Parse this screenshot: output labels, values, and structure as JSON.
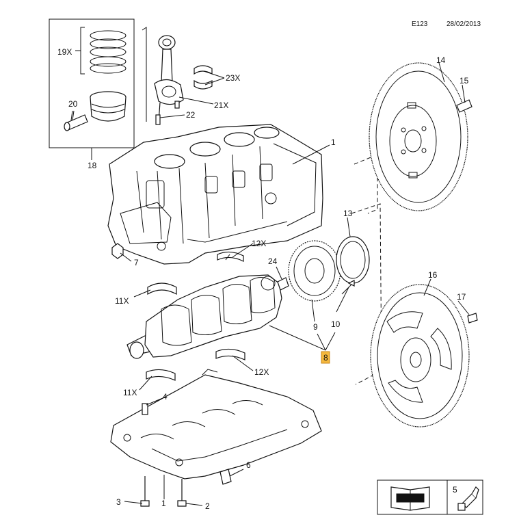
{
  "header": {
    "code": "E123",
    "date": "28/02/2013"
  },
  "callouts": {
    "c1": "1",
    "c1b": "1",
    "c2": "2",
    "c3": "3",
    "c4": "4",
    "c5": "5",
    "c6": "6",
    "c7": "7",
    "c8": "8",
    "c9": "9",
    "c10": "10",
    "c11a": "11X",
    "c11b": "11X",
    "c12a": "12X",
    "c12b": "12X",
    "c13": "13",
    "c14": "14",
    "c15": "15",
    "c16": "16",
    "c17": "17",
    "c18": "18",
    "c19": "19X",
    "c20": "20",
    "c21": "21X",
    "c22": "22",
    "c23": "23X",
    "c24": "24"
  },
  "highlight_color": "#f5b83d"
}
